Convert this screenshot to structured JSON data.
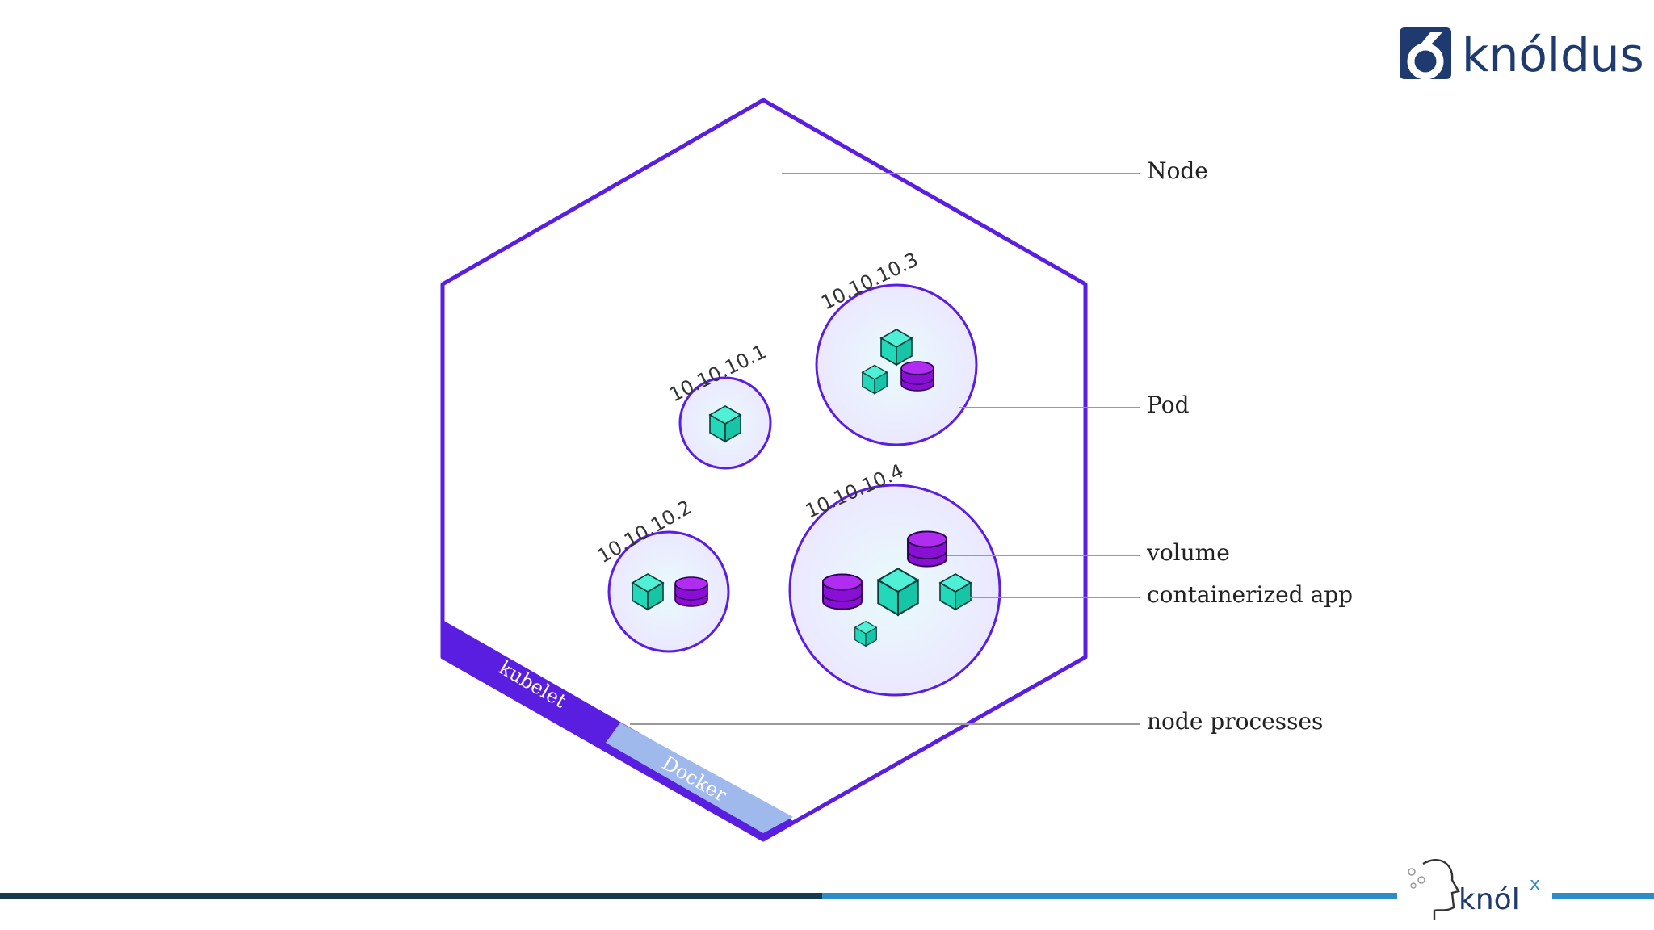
{
  "brand": {
    "logo_text": "knóldus",
    "footer_logo_text": "knól",
    "footer_logo_superscript": "x",
    "colors": {
      "navy": "#1e3a6f",
      "accent_blue": "#2c8cc6",
      "dark_bar": "#17384d"
    }
  },
  "diagram": {
    "labels": {
      "node": "Node",
      "pod": "Pod",
      "volume": "volume",
      "containerized_app": "containerized app",
      "node_processes": "node processes"
    },
    "processes": {
      "kubelet": "kubelet",
      "docker": "Docker"
    },
    "pods": [
      {
        "ip": "10.10.10.1"
      },
      {
        "ip": "10.10.10.2"
      },
      {
        "ip": "10.10.10.3"
      },
      {
        "ip": "10.10.10.4"
      }
    ],
    "colors": {
      "node_border": "#5a1ee0",
      "kubelet_bar": "#5a1ee0",
      "docker_bar": "#9fb9ec",
      "pod_border": "#5a1ee0",
      "container_fill": "#2ee6c8",
      "volume_fill": "#9a12e0",
      "callout_line": "#9a9a9a"
    }
  }
}
